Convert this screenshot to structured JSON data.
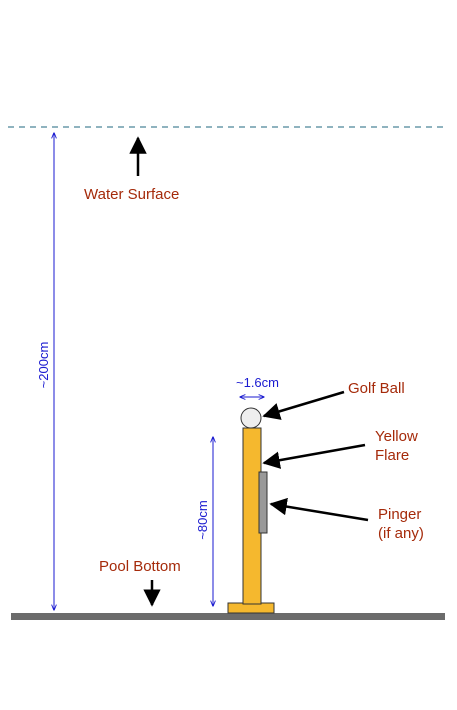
{
  "labels": {
    "water_surface": "Water Surface",
    "pool_bottom": "Pool Bottom",
    "golf_ball": "Golf Ball",
    "yellow_flare_line1": "Yellow",
    "yellow_flare_line2": "Flare",
    "pinger_line1": "Pinger",
    "pinger_line2": "(if any)",
    "depth": "~200cm",
    "height": "~80cm",
    "ball_width": "~1.6cm"
  },
  "colors": {
    "label_text": "#a52a0a",
    "dimension": "#1a1ad0",
    "water_line": "#6a9aaa",
    "floor": "#6b6b6b",
    "flare_pole": "#f5b82e",
    "pinger": "#999999",
    "golf_ball": "#eeeeee",
    "arrow": "#000000"
  }
}
